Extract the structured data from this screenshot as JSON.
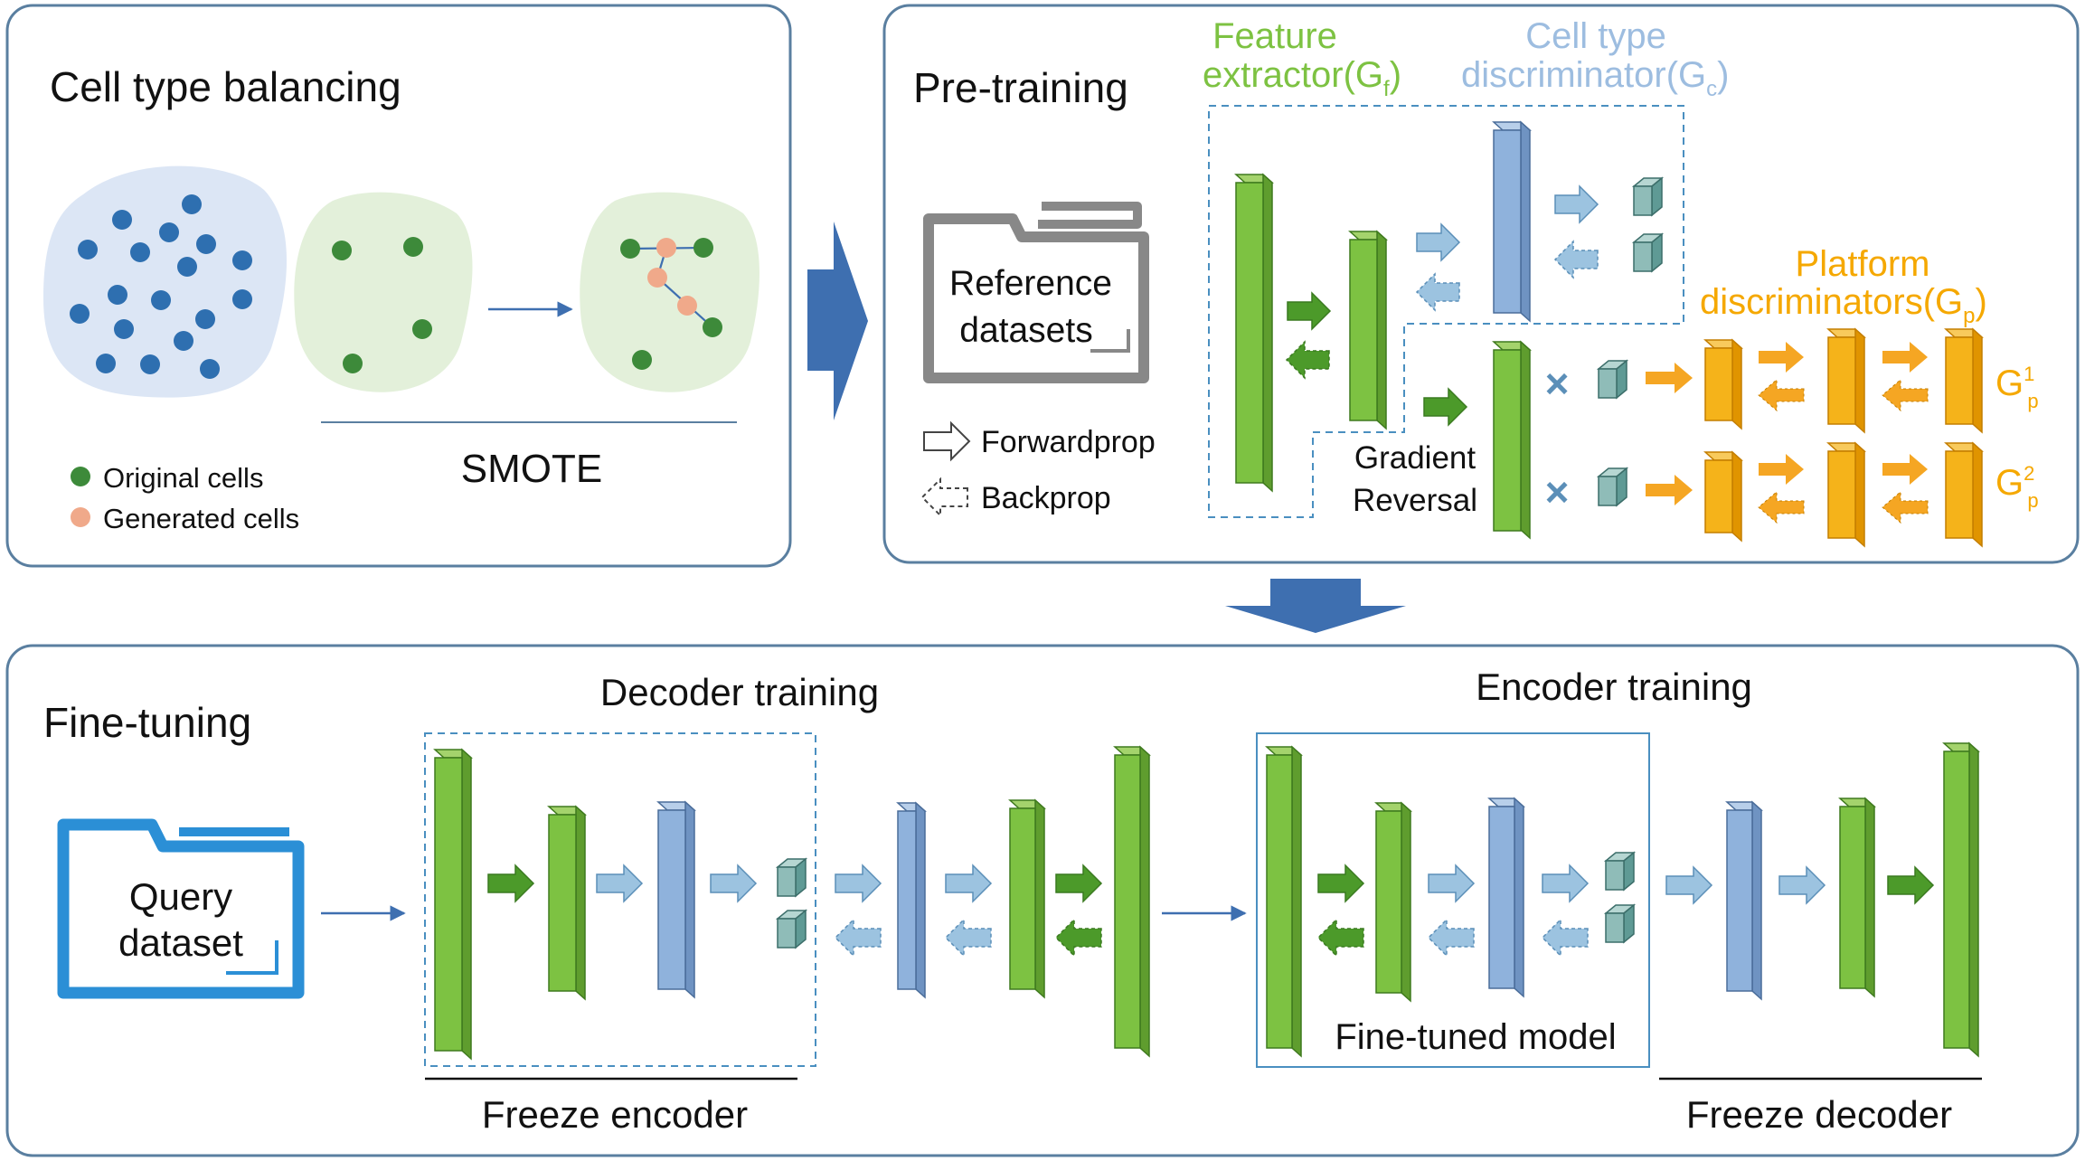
{
  "panels": {
    "balancing": {
      "title": "Cell type balancing"
    },
    "pretraining": {
      "title": "Pre-training"
    },
    "finetuning": {
      "title": "Fine-tuning"
    }
  },
  "balancing": {
    "method_label": "SMOTE",
    "legend": {
      "original": "Original cells",
      "generated": "Generated cells"
    }
  },
  "pretraining": {
    "folder_line1": "Reference",
    "folder_line2": "datasets",
    "legend_forward": "Forwardprop",
    "legend_backward": "Backprop",
    "feature_line1": "Feature",
    "feature_line2": "extractor(G",
    "feature_sub": "f",
    "feature_close": ")",
    "celltype_line1": "Cell type",
    "celltype_line2": "discriminator(G",
    "celltype_sub": "c",
    "celltype_close": ")",
    "platform_line1": "Platform",
    "platform_line2": "discriminators(G",
    "platform_sub": "p",
    "platform_close": ")",
    "gradient_line1": "Gradient",
    "gradient_line2": "Reversal",
    "gp1_main": "G",
    "gp1_sup": "1",
    "gp1_sub": "p",
    "gp2_main": "G",
    "gp2_sup": "2",
    "gp2_sub": "p",
    "cross_symbol": "×"
  },
  "finetuning": {
    "folder_line1": "Query",
    "folder_line2": "dataset",
    "decoder_title": "Decoder training",
    "encoder_title": "Encoder training",
    "freeze_encoder": "Freeze encoder",
    "freeze_decoder": "Freeze decoder",
    "finetuned_model": "Fine-tuned model"
  },
  "colors": {
    "panel_border": "#5a7fa0",
    "dashed_box": "#4a8fc0",
    "green_block": "#7dc242",
    "blue_block": "#8fb2dc",
    "teal_cube": "#8fbcb8",
    "orange_block": "#f5b31a",
    "green_arrow": "#4c9a2a",
    "blue_arrow": "#9cc3e0",
    "orange_arrow": "#f5a623",
    "big_arrow": "#3e6fb0",
    "feature_text": "#7dc242",
    "celltype_text": "#9dbde0",
    "platform_text": "#f5a800",
    "blob_blue": "#dce6f5",
    "blob_green": "#e3f0da",
    "dot_blue": "#2e6fb0",
    "dot_green": "#3d8a3a",
    "dot_orange": "#f0a98a",
    "query_folder": "#2b8fd6",
    "ref_folder": "#888888"
  }
}
